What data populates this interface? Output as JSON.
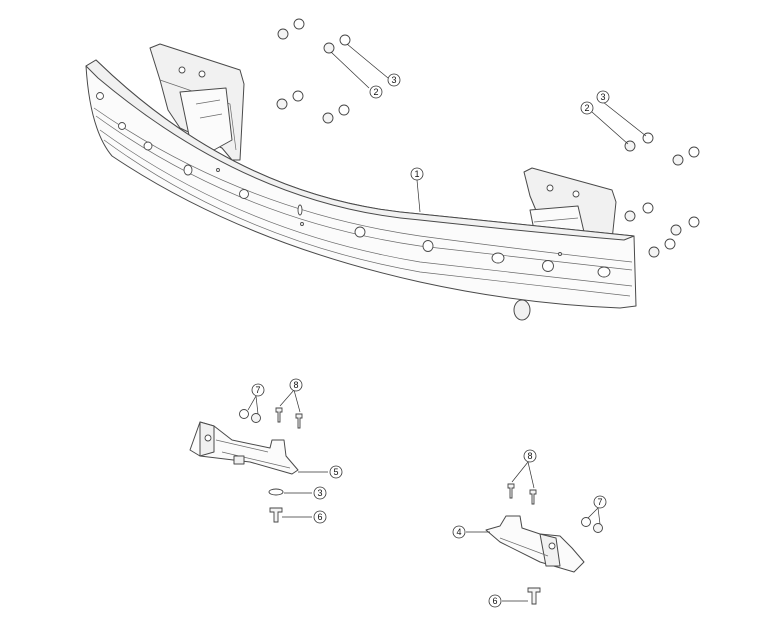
{
  "diagram": {
    "callouts": [
      {
        "id": "c1",
        "label": "1"
      },
      {
        "id": "c2a",
        "label": "2"
      },
      {
        "id": "c3a",
        "label": "3"
      },
      {
        "id": "c2b",
        "label": "2"
      },
      {
        "id": "c3b",
        "label": "3"
      },
      {
        "id": "c7a",
        "label": "7"
      },
      {
        "id": "c8a",
        "label": "8"
      },
      {
        "id": "c5",
        "label": "5"
      },
      {
        "id": "c3c",
        "label": "3"
      },
      {
        "id": "c6a",
        "label": "6"
      },
      {
        "id": "c8b",
        "label": "8"
      },
      {
        "id": "c7b",
        "label": "7"
      },
      {
        "id": "c4",
        "label": "4"
      },
      {
        "id": "c6b",
        "label": "6"
      }
    ]
  }
}
